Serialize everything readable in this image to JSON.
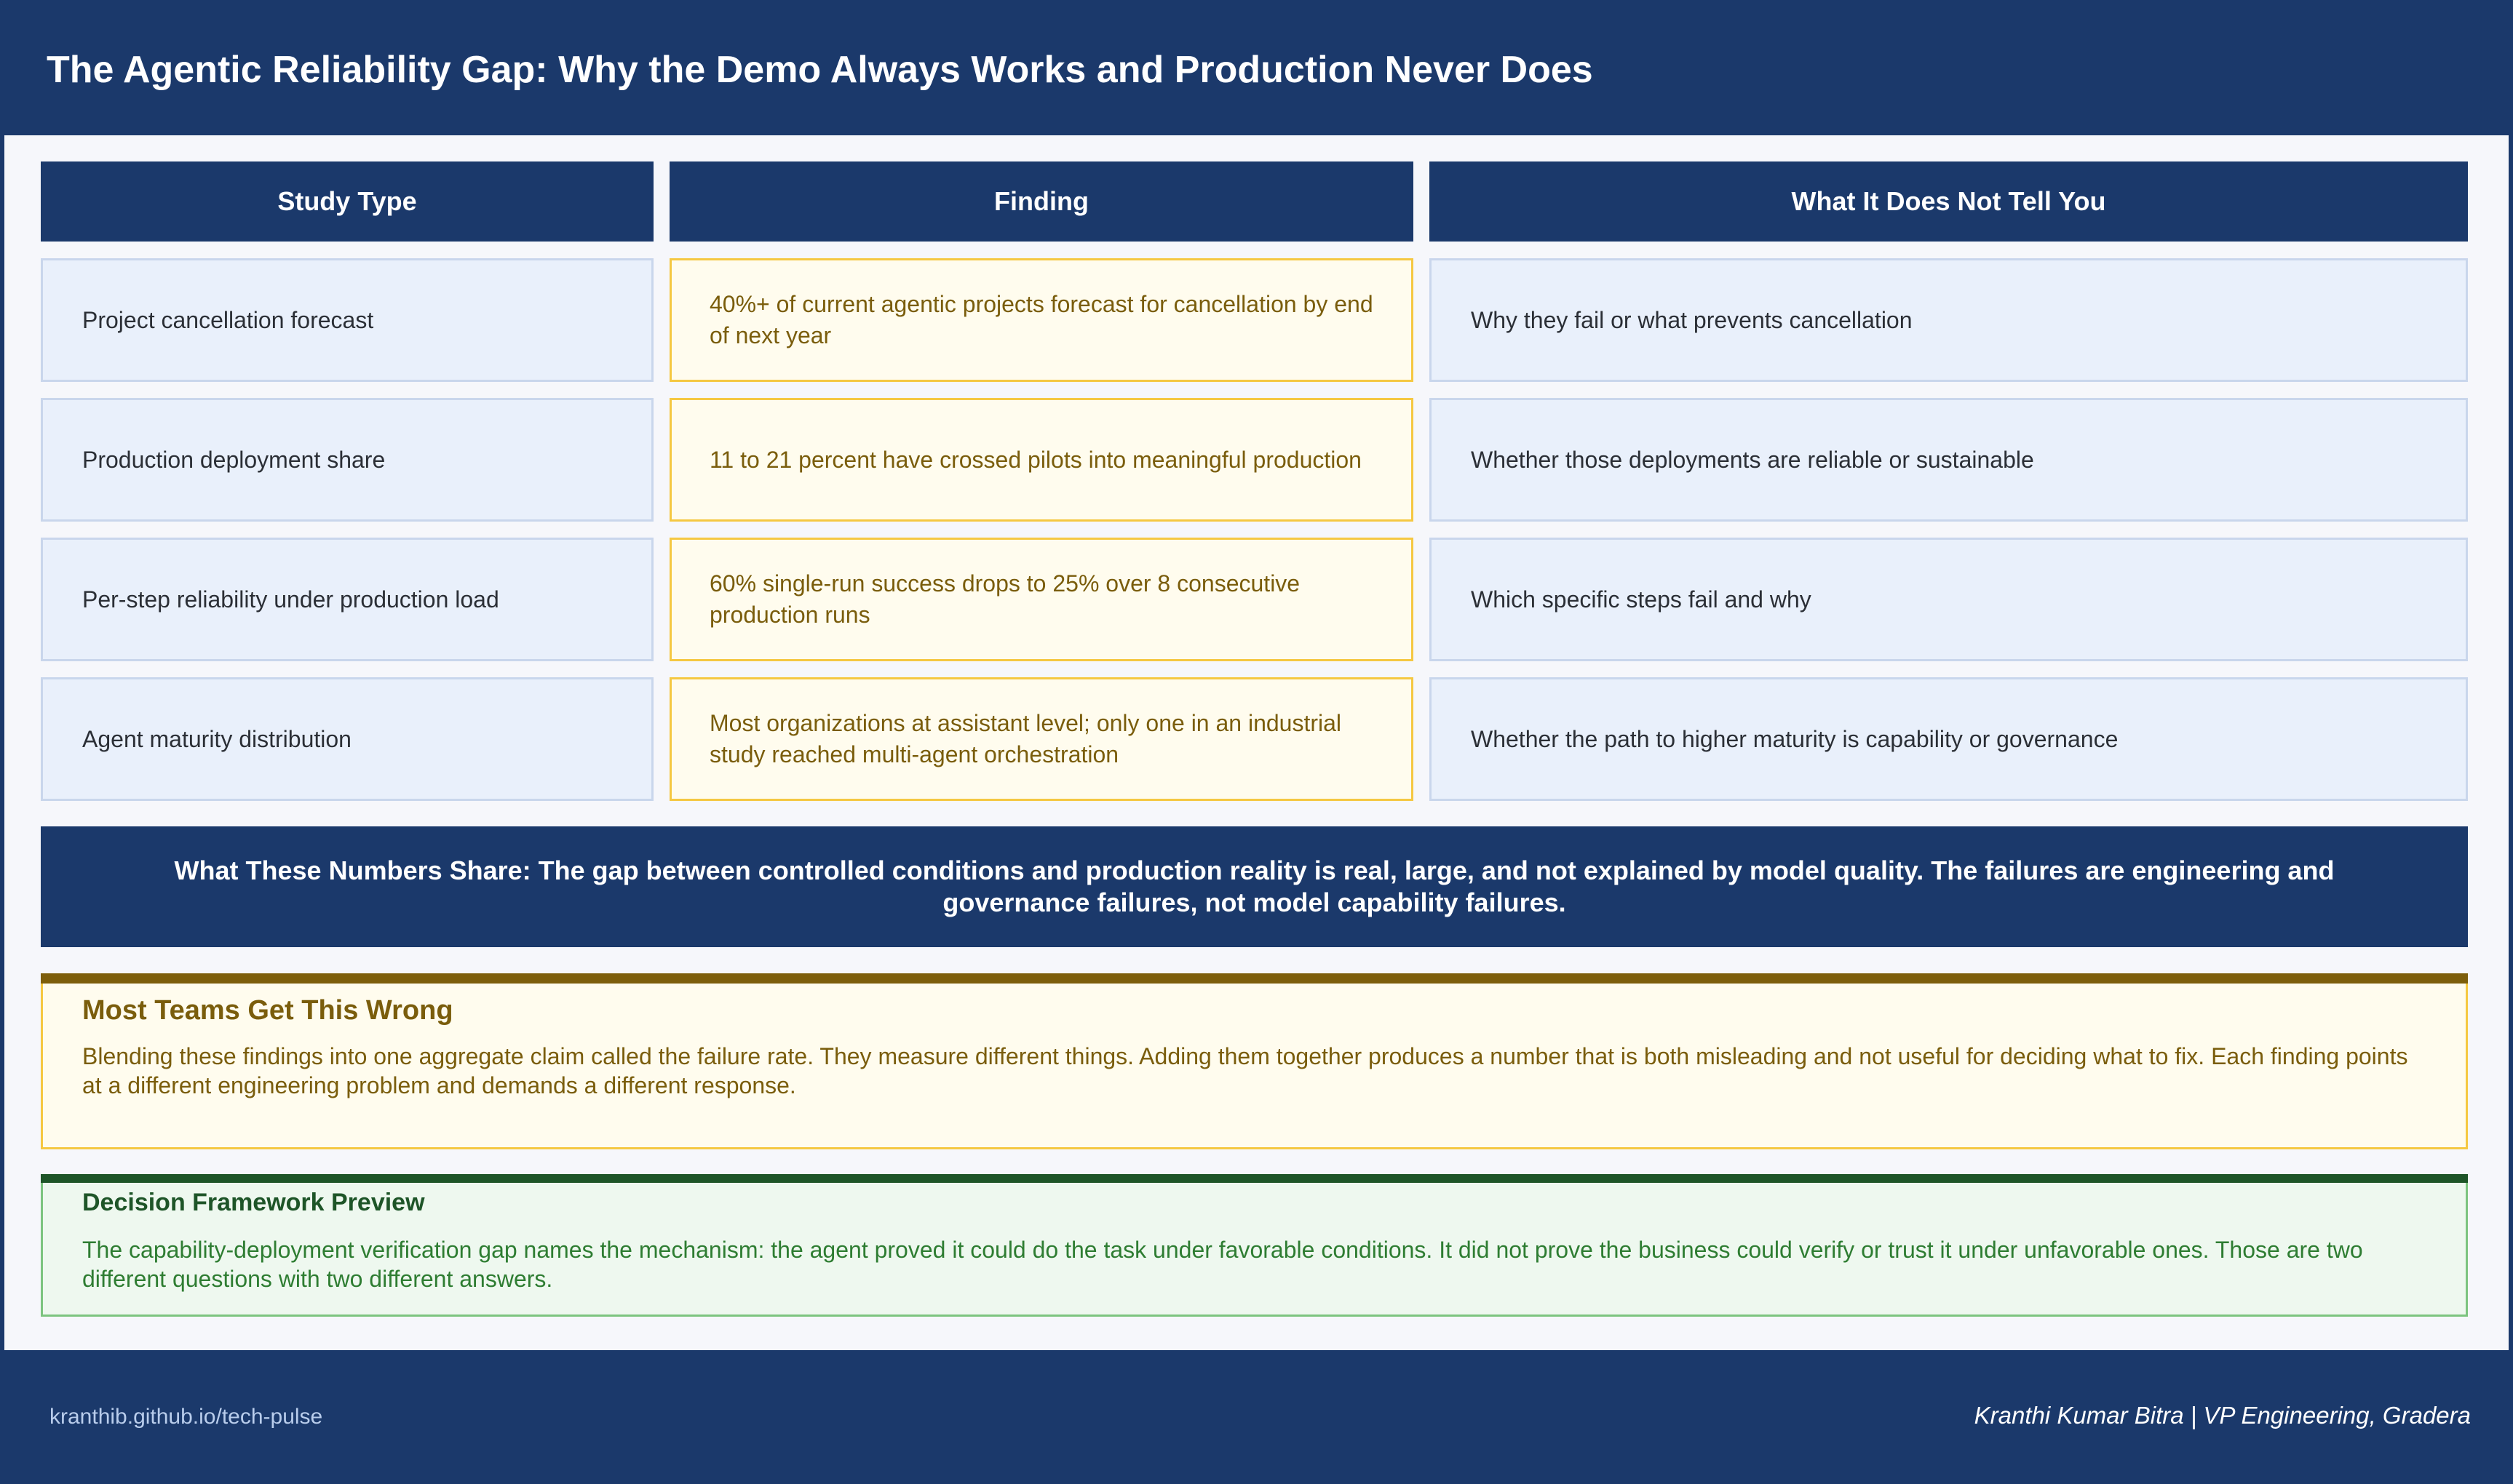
{
  "title": "The Agentic Reliability Gap: Why the Demo Always Works and Production Never Does",
  "table": {
    "headers": [
      "Study Type",
      "Finding",
      "What It Does Not Tell You"
    ],
    "rows": [
      {
        "study": "Project cancellation forecast",
        "finding": "40%+ of current agentic projects forecast for cancellation by end of next year",
        "gap": "Why they fail or what prevents cancellation"
      },
      {
        "study": "Production deployment share",
        "finding": "11 to 21 percent have crossed pilots into meaningful production",
        "gap": "Whether those deployments are reliable or sustainable"
      },
      {
        "study": "Per-step reliability under production load",
        "finding": "60% single-run success drops to 25% over 8 consecutive production runs",
        "gap": "Which specific steps fail and why"
      },
      {
        "study": "Agent maturity distribution",
        "finding": "Most organizations at assistant level; only one in an industrial study reached multi-agent orchestration",
        "gap": "Whether the path to higher maturity is capability or governance"
      }
    ]
  },
  "summary": "What These Numbers Share: The gap between controlled conditions and production reality is real, large, and not explained by model quality. The failures are engineering and governance failures, not model capability failures.",
  "callout_wrong": {
    "title": "Most Teams Get This Wrong",
    "body": "Blending these findings into one aggregate claim called the failure rate. They measure different things. Adding them together produces a number that is both misleading and not useful for deciding what to fix. Each finding points at a different engineering problem and demands a different response."
  },
  "callout_decision": {
    "title": "Decision Framework Preview",
    "body": "The capability-deployment verification gap names the mechanism: the agent proved it could do the task under favorable conditions. It did not prove the business could verify or trust it under unfavorable ones. Those are two different questions with two different answers."
  },
  "footer": {
    "url": "kranthib.github.io/tech-pulse",
    "author": "Kranthi Kumar Bitra | VP Engineering, Gradera"
  },
  "colors": {
    "navy": "#1b396b",
    "study_bg": "#e9f0fb",
    "finding_bg": "#fffcee",
    "finding_border": "#f5c842",
    "finding_text": "#7a5d0c",
    "decision_green": "#1e5528"
  }
}
